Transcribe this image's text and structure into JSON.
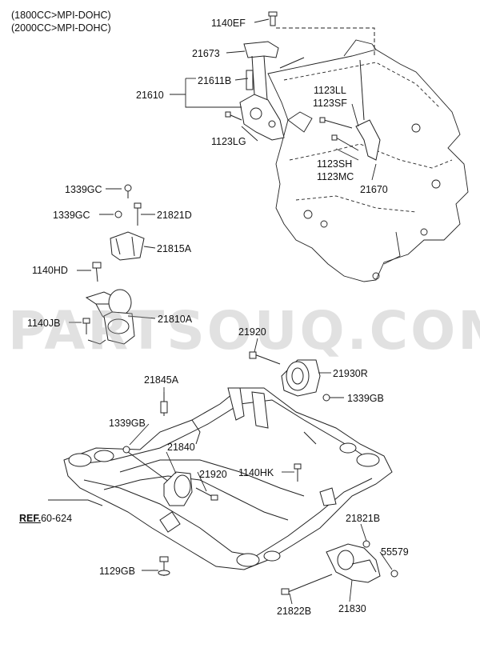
{
  "header": {
    "line1": "(1800CC>MPI-DOHC)",
    "line2": "(2000CC>MPI-DOHC)"
  },
  "watermark": "PARTSOUQ.COM",
  "reference": {
    "prefix": "REF.",
    "number": "60-624"
  },
  "parts": {
    "p1140EF": "1140EF",
    "p21673": "21673",
    "p21611B": "21611B",
    "p21610": "21610",
    "p1123LG": "1123LG",
    "p1123LL": "1123LL",
    "p1123SF": "1123SF",
    "p1123SH": "1123SH",
    "p1123MC": "1123MC",
    "p21670": "21670",
    "p1339GC_a": "1339GC",
    "p1339GC_b": "1339GC",
    "p21821D": "21821D",
    "p21815A": "21815A",
    "p1140HD": "1140HD",
    "p21810A": "21810A",
    "p1140JB": "1140JB",
    "p21920_a": "21920",
    "p21930R": "21930R",
    "p1339GB_a": "1339GB",
    "p21845A": "21845A",
    "p1339GB_b": "1339GB",
    "p21840": "21840",
    "p21920_b": "21920",
    "p1140HK": "1140HK",
    "p21821B": "21821B",
    "p55579": "55579",
    "p1129GB": "1129GB",
    "p21822B": "21822B",
    "p21830": "21830"
  }
}
